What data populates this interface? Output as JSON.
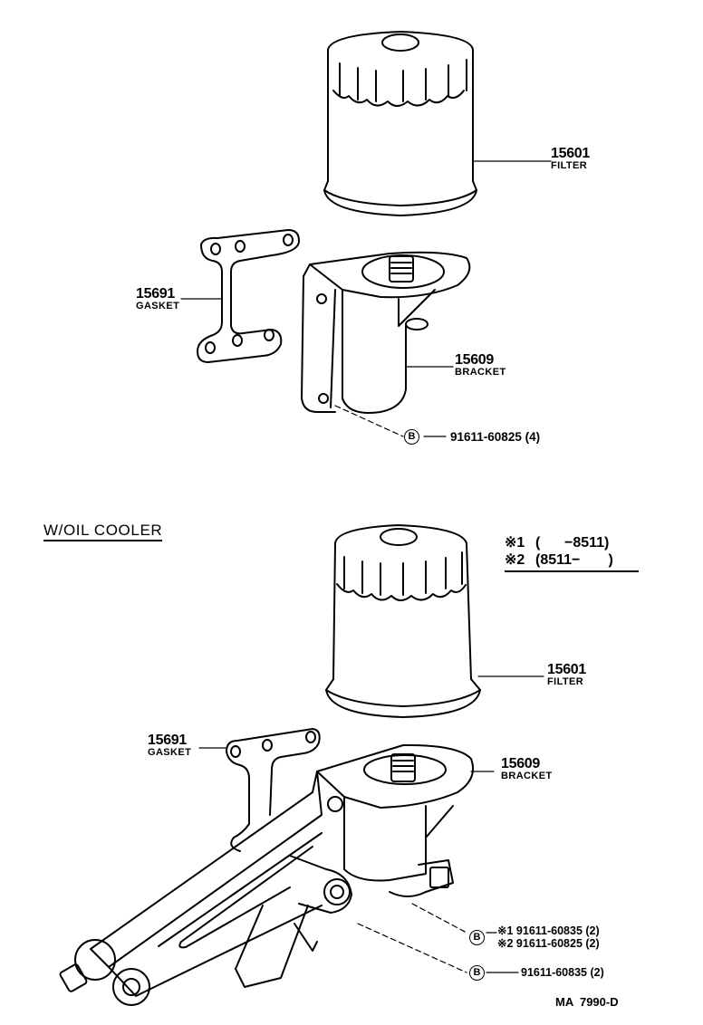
{
  "diagram": {
    "type": "exploded parts diagram",
    "upper_assembly": {
      "parts": [
        {
          "part_no": "15601",
          "name": "FILTER"
        },
        {
          "part_no": "15691",
          "name": "GASKET"
        },
        {
          "part_no": "15609",
          "name": "BRACKET"
        }
      ],
      "bolt": {
        "marker": "B",
        "part_no": "91611-60825 (4)"
      }
    },
    "lower_assembly": {
      "title": "W/OIL COOLER",
      "legend": [
        {
          "key": "※1",
          "range": "(      −8511)"
        },
        {
          "key": "※2",
          "range": "(8511−       )"
        }
      ],
      "parts": [
        {
          "part_no": "15601",
          "name": "FILTER"
        },
        {
          "part_no": "15691",
          "name": "GASKET"
        },
        {
          "part_no": "15609",
          "name": "BRACKET"
        }
      ],
      "bolts": [
        {
          "marker": "B",
          "variants": [
            {
              "key": "※1",
              "part_no": "91611-60835 (2)"
            },
            {
              "key": "※2",
              "part_no": "91611-60825 (2)"
            }
          ]
        },
        {
          "marker": "B",
          "part_no": "91611-60835 (2)"
        }
      ]
    },
    "drawing_code": "MA  7990-D"
  }
}
